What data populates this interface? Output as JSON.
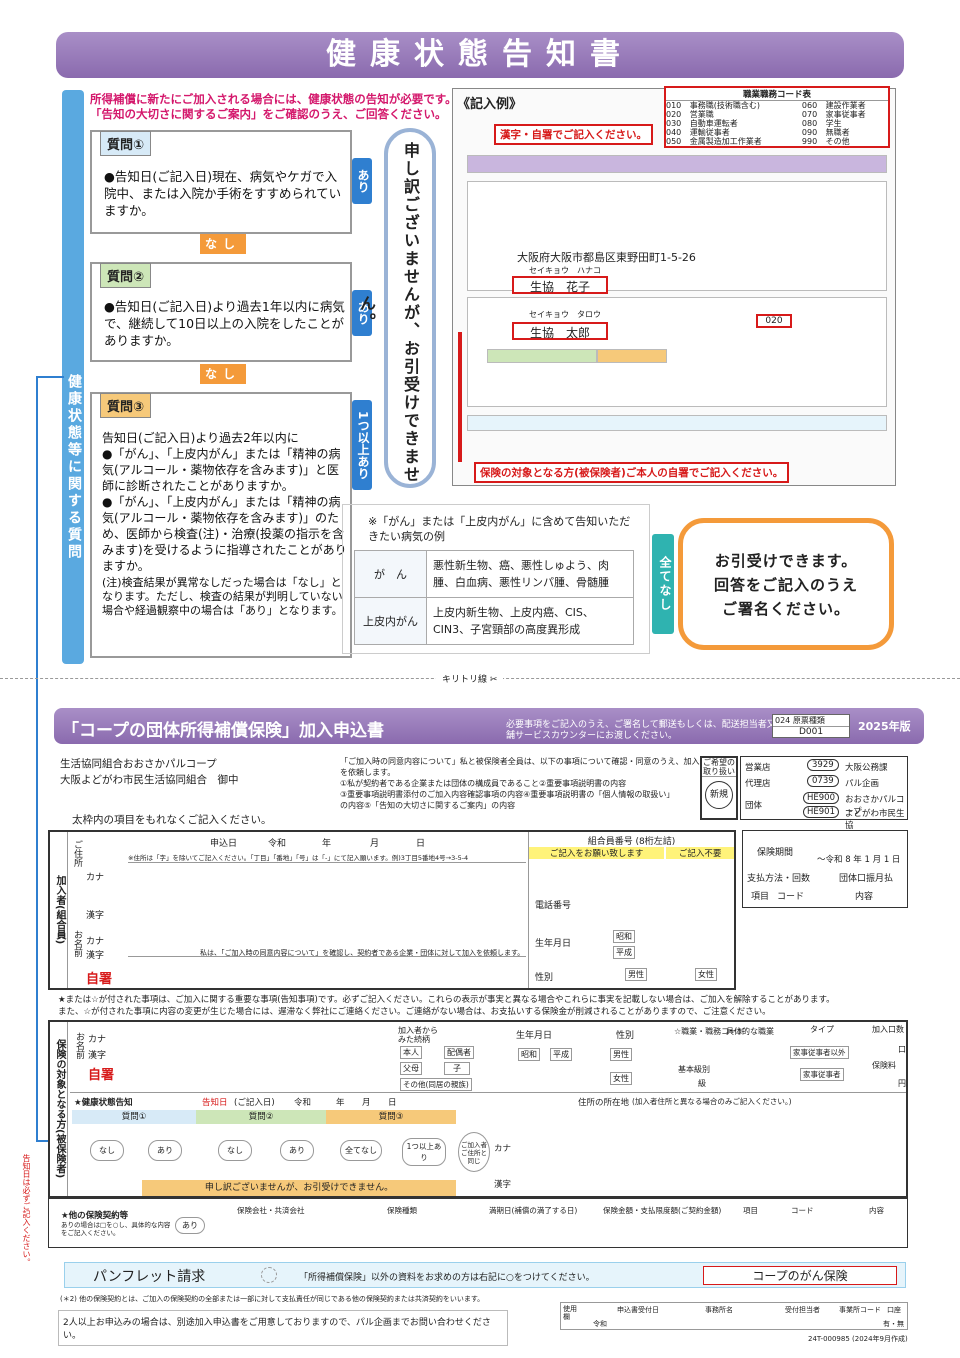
{
  "title": "健康状態告知書",
  "intro": {
    "line1": "所得補償に新たにご加入される場合には、健康状態の告知が必要です。",
    "line2": "「告知の大切さに関するご案内」をご確認のうえ、ご回答ください。"
  },
  "side_label": "健康状態等に関する質問",
  "q1": {
    "label": "質問①",
    "text": "●告知日(ご記入日)現在、病気やケガで入院中、または入院か手術をすすめられていますか。"
  },
  "q2": {
    "label": "質問②",
    "text": "●告知日(ご記入日)より過去1年以内に病気で、継続して10日以上の入院をしたことがありますか。"
  },
  "q3": {
    "label": "質問③",
    "text1": "告知日(ご記入日)より過去2年以内に",
    "text2": "●「がん」、「上皮内がん」または「精神の病気(アルコール・薬物依存を含みます)」と医師に診断されたことがありますか。",
    "text3": "●「がん」、「上皮内がん」または「精神の病気(アルコール・薬物依存を含みます)」のため、医師から検査(注)・治療(投薬の指示を含みます)を受けるように指導されたことがありますか。",
    "note": "(注)検査結果が異常なしだった場合は「なし」となります。ただし、検査の結果が判明していない場合や経過観察中の場合は「あり」となります。"
  },
  "ari": "あり",
  "nashi": "なし",
  "ari_1ijo": "1つ以上あり",
  "zen_nashi": "全てなし",
  "sorry": "申し訳ございませんが、お引受けできません。",
  "ok": {
    "l1": "お引受けできます。",
    "l2": "回答をご記入のうえ",
    "l3": "ご署名ください。"
  },
  "ill": {
    "head": "※「がん」または「上皮内がん」に含めて告知いただきたい病気の例",
    "rows": [
      {
        "k": "が　ん",
        "v": "悪性新生物、癌、悪性しゅよう、肉腫、白血病、悪性リンパ腫、骨髄腫"
      },
      {
        "k": "上皮内がん",
        "v": "上皮内新生物、上皮内癌、CIS、CIN3、子宮頸部の高度異形成"
      }
    ]
  },
  "example": {
    "label": "《記入例》",
    "red1": "漢字・自署でご記入ください。",
    "red2": "保険の対象となる方(被保険者)ご本人の自署でご記入ください。",
    "codes_title": "職業職務コード表",
    "codes": [
      [
        "010",
        "事務職(技術職含む)",
        "060",
        "建設作業者"
      ],
      [
        "020",
        "営業職",
        "070",
        "家事従事者"
      ],
      [
        "030",
        "自動車運転者",
        "080",
        "学生"
      ],
      [
        "040",
        "運輸従事者",
        "090",
        "無職者"
      ],
      [
        "050",
        "金属製造加工作業者",
        "990",
        "その他"
      ]
    ],
    "name1": "生協　花子",
    "name2": "生協　太郎",
    "kana1": "セイキョウ　ハナコ",
    "kana2": "セイキョウ　タロウ",
    "addr": "大阪府大阪市都島区東野田町1-5-26",
    "code": "020"
  },
  "cut": "キリトリ線",
  "form": {
    "title": "「コープの団体所得補償保険」加入申込書",
    "note": "必要事項をご記入のうえ、ご署名して郵送もしくは、配送担当者又は店舗サービスカウンターにお渡しください。",
    "doc_code": "024",
    "doc_kind": "原票種類",
    "doc_val": "D001",
    "year": "2025年版",
    "org1": "生活協同組合おおさかパルコープ",
    "org2": "大阪よどがわ市民生活協同組合　御中",
    "consent": "「ご加入時の同意内容について」私と被保険者全員は、以下の事項について確認・同意のうえ、加入を依頼します。",
    "consent_items": [
      "①私が契約者である企業または団体の構成員であること②重要事項説明書の内容",
      "③重要事項説明書添付のご加入内容確認事項の内容④重要事項説明書の「個人情報の取扱い」",
      "の内容⑤「告知の大切さに関するご案内」の内容"
    ],
    "kibou": "ご希望の取り扱い",
    "shinki": "新規",
    "eigyo": "営業店",
    "dairi": "代理店",
    "dantai": "団体",
    "eigyo_v": "3929",
    "eigyo_n": "大阪公務課",
    "dairi_v": "0739",
    "dairi_n": "パル企画",
    "d1": "HE900",
    "d1n": "おおさかパルコープ",
    "d2": "HE901",
    "d2n": "よどがわ市民生協",
    "waku": "太枠内の項目をもれなくご記入ください。",
    "kanyusha": "加入者(組合員)",
    "jusho": "ご住所",
    "namae": "お名前",
    "kana": "カナ",
    "kanji": "漢字",
    "jisho": "自署",
    "moushikomi": "申込日",
    "reiwa": "令和",
    "nen": "年",
    "tsuki": "月",
    "hi": "日",
    "addr_note": "※住所は「字」を除いてご記入ください。「丁目」「番地」「号」は「-」にて記入願います。例)3丁目5番地4号→3-5-4",
    "confirm_note": "私は、「ご加入時の同意内容について」を確認し、契約者である企業・団体に対して加入を依頼します。",
    "kumiai": "組合員番号 (8桁左詰)",
    "onegai": "ご記入をお願い致します",
    "fuyo": "ご記入不要",
    "tel": "電話番号",
    "birth": "生年月日",
    "showa": "昭和",
    "heisei": "平成",
    "sex": "性別",
    "male": "男性",
    "female": "女性",
    "kikan": "保険期間",
    "kikan_v": "〜令和 8 年 1 月 1 日",
    "shiharai": "支払方法・回数",
    "shiharai_v": "団体口振月払",
    "komoku": "項目",
    "code": "コード",
    "naiyo": "内容",
    "warn1": "★または☆が付された事項は、ご加入に関する重要な事項(告知事項)です。必ずご記入ください。これらの表示が事実と異なる場合やこれらに事実を記載しない場合は、ご加入を解除することがあります。",
    "warn2": "また、☆が付された事項に内容の変更が生じた場合には、遅滞なく弊社にご連絡ください。ご連絡がない場合は、お支払いする保険金が削減されることがありますので、ご注意ください。",
    "hihoken": "保険の対象となる方(被保険者)",
    "zokugara": "加入者からみた続柄",
    "honnin": "本人",
    "haigu": "配偶者",
    "fubo": "父母",
    "ko": "子",
    "sonota": "その他(同居の親族)",
    "shokugyo": "☆職業・職務コード",
    "gutai": "具体的な職業",
    "kihon": "基本級別",
    "kyu": "級",
    "type": "タイプ",
    "kanyu": "加入口数",
    "kuchi": "口",
    "hokenryo": "保険料",
    "en": "円",
    "kaji1": "家事従事者以外",
    "kaji2": "家事従事者",
    "kenkou": "★健康状態告知",
    "kokuchibi": "告知日",
    "kinyubi": "(ご記入日)",
    "sorry2": "申し訳ございませんが、お引受けできません。",
    "jusho2": "住所の所在地",
    "jusho2_note": "(加入者住所と異なる場合のみご記入ください。)",
    "onaji": "ご加入者ご住所と同じ",
    "other": "★他の保険契約等",
    "other_note": "ありの場合は□を○し、具体的な内容をご記入ください。",
    "hoken_kaisha": "保険会社・共済会社",
    "hoken_shurui": "保険種類",
    "manki": "満期日(補償の満了する日)",
    "kingaku": "保険金額・支払限度額(ご契約金額)",
    "pamph": "パンフレット請求",
    "pamph_note": "「所得補償保険」以外の資料をお求めの方は右記に○をつけてください。",
    "cancer": "コープのがん保険",
    "fn1": "(＊2) 他の保険契約とは、ご加入の保険契約の全部または一部に対して支払責任が同じである他の保険契約または共済契約をいいます。",
    "fn2": "2人以上お申込みの場合は、別途加入申込書をご用意しておりますので、パル企画までお問い合わせください。",
    "side_red": "告知日は必ずご記入ください。",
    "shiyo": "使用欄",
    "uketsuke": "申込書受付日",
    "jimu": "事務所名",
    "tanto": "受付担当者",
    "jigyo": "事業所コード",
    "kuchi2": "口座",
    "umu": "有・無",
    "foot": "24T-000985 (2024年9月作成)"
  }
}
